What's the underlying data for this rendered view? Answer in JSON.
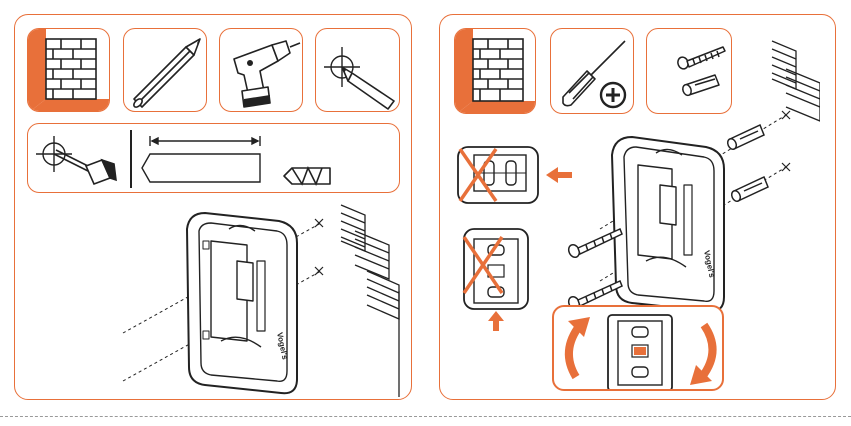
{
  "colors": {
    "accent": "#e8703a",
    "ink": "#222222",
    "warning": "#e8703a"
  },
  "brand": {
    "logo_text": "Vogel's"
  },
  "step1": {
    "tools": [
      "brick-wall-icon",
      "pencil-icon",
      "drill-icon",
      "mark-crosshair-icon"
    ],
    "detail": [
      "drill-target-icon",
      "drill-bit-length-icon",
      "drill-bit-icon"
    ]
  },
  "step2": {
    "tools": [
      "brick-wall-icon",
      "screwdriver-plus-icon",
      "screw-and-plug-icon"
    ],
    "warnings": [
      "wrong-orientation-horizontal",
      "wrong-orientation-vertical"
    ],
    "rotate": "rotate-both-ways-icon"
  }
}
